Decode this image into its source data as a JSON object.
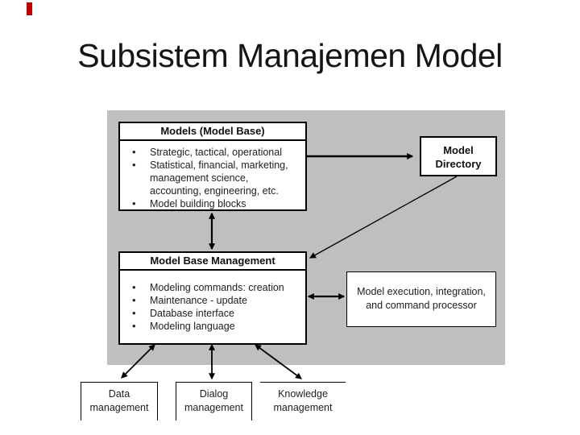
{
  "slide": {
    "title": "Subsistem Manajemen Model"
  },
  "diagram": {
    "models_box": {
      "title": "Models (Model Base)",
      "bullets": [
        "Strategic, tactical, operational",
        "Statistical, financial, marketing, management science, accounting, engineering, etc.",
        "Model building blocks"
      ]
    },
    "model_directory_box": {
      "label": "Model Directory"
    },
    "model_base_management_box": {
      "title": "Model Base Management",
      "bullets": [
        "Modeling commands: creation",
        "Maintenance - update",
        "Database interface",
        "Modeling language"
      ]
    },
    "model_execution_box": {
      "label": "Model execution, integration, and command processor"
    },
    "data_management_box": {
      "label": "Data management"
    },
    "dialog_management_box": {
      "label": "Dialog management"
    },
    "knowledge_management_box": {
      "label": "Knowledge management"
    },
    "colors": {
      "panel_gray": "#bfbfbf",
      "box_border": "#000000",
      "accent_red": "#c00000"
    }
  }
}
